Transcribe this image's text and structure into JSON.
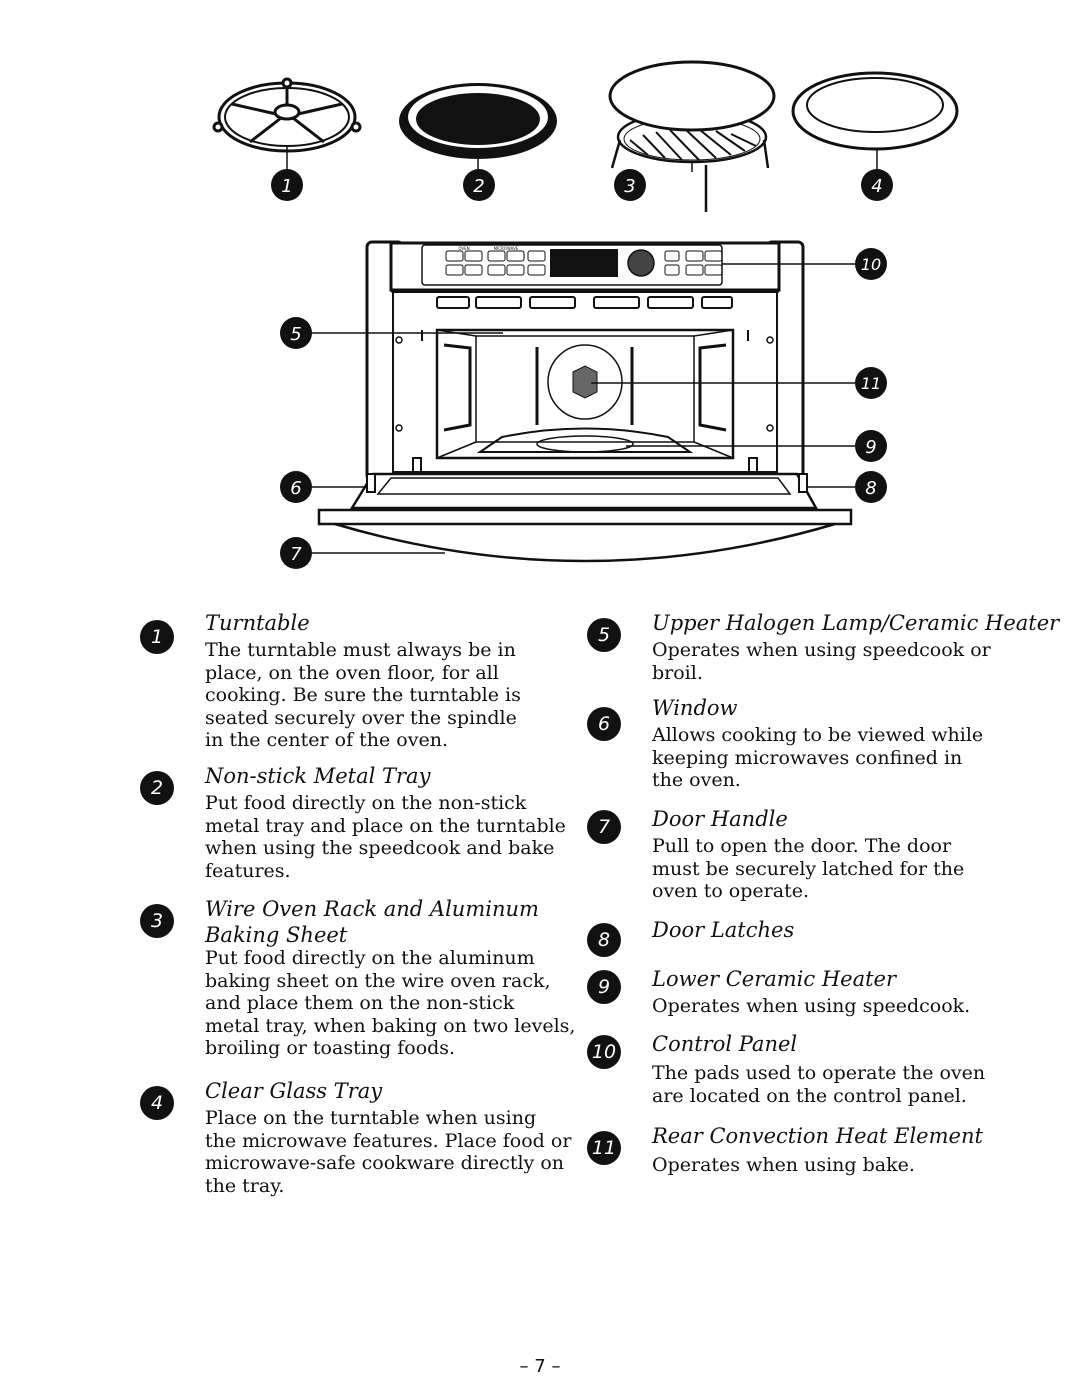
{
  "callouts": [
    "1",
    "2",
    "3",
    "4",
    "5",
    "6",
    "7",
    "8",
    "9",
    "10",
    "11"
  ],
  "panel": {
    "oven_label": "OVEN",
    "microwave_label": "MICROWAVE"
  },
  "left_items": [
    {
      "num": "1",
      "title": "Turntable",
      "desc": "The turntable must always be in\nplace, on the oven floor, for all\ncooking. Be sure the turntable is\nseated securely over the spindle\nin the center of the oven."
    },
    {
      "num": "2",
      "title": "Non-stick Metal Tray",
      "desc": "Put food directly on the non-stick\nmetal tray and place on the turntable\nwhen using the speedcook and bake\nfeatures."
    },
    {
      "num": "3",
      "title": "Wire Oven Rack and Aluminum",
      "title2": "Baking Sheet",
      "desc": "Put food directly on the aluminum\nbaking sheet on the wire oven rack,\nand place them on the non-stick\nmetal tray, when baking on two levels,\nbroiling or toasting foods."
    },
    {
      "num": "4",
      "title": "Clear Glass Tray",
      "desc": "Place on the turntable when using\nthe microwave features. Place food or\nmicrowave-safe cookware directly on\nthe tray."
    }
  ],
  "right_items": [
    {
      "num": "5",
      "title": "Upper Halogen Lamp/Ceramic Heater",
      "desc": "Operates when using speedcook or\nbroil."
    },
    {
      "num": "6",
      "title": "Window",
      "desc": "Allows cooking to be viewed while\nkeeping microwaves confined in\nthe oven."
    },
    {
      "num": "7",
      "title": "Door Handle",
      "desc": "Pull to open the door. The door\nmust be securely latched for the\noven to operate."
    },
    {
      "num": "8",
      "title": "Door Latches",
      "desc": ""
    },
    {
      "num": "9",
      "title": "Lower Ceramic Heater",
      "desc": "Operates when using speedcook."
    },
    {
      "num": "10",
      "title": "Control Panel",
      "desc": "The pads used to operate the oven\nare located on the control panel."
    },
    {
      "num": "11",
      "title": "Rear Convection Heat Element",
      "desc": "Operates when using bake."
    }
  ],
  "page_number": "– 7 –"
}
